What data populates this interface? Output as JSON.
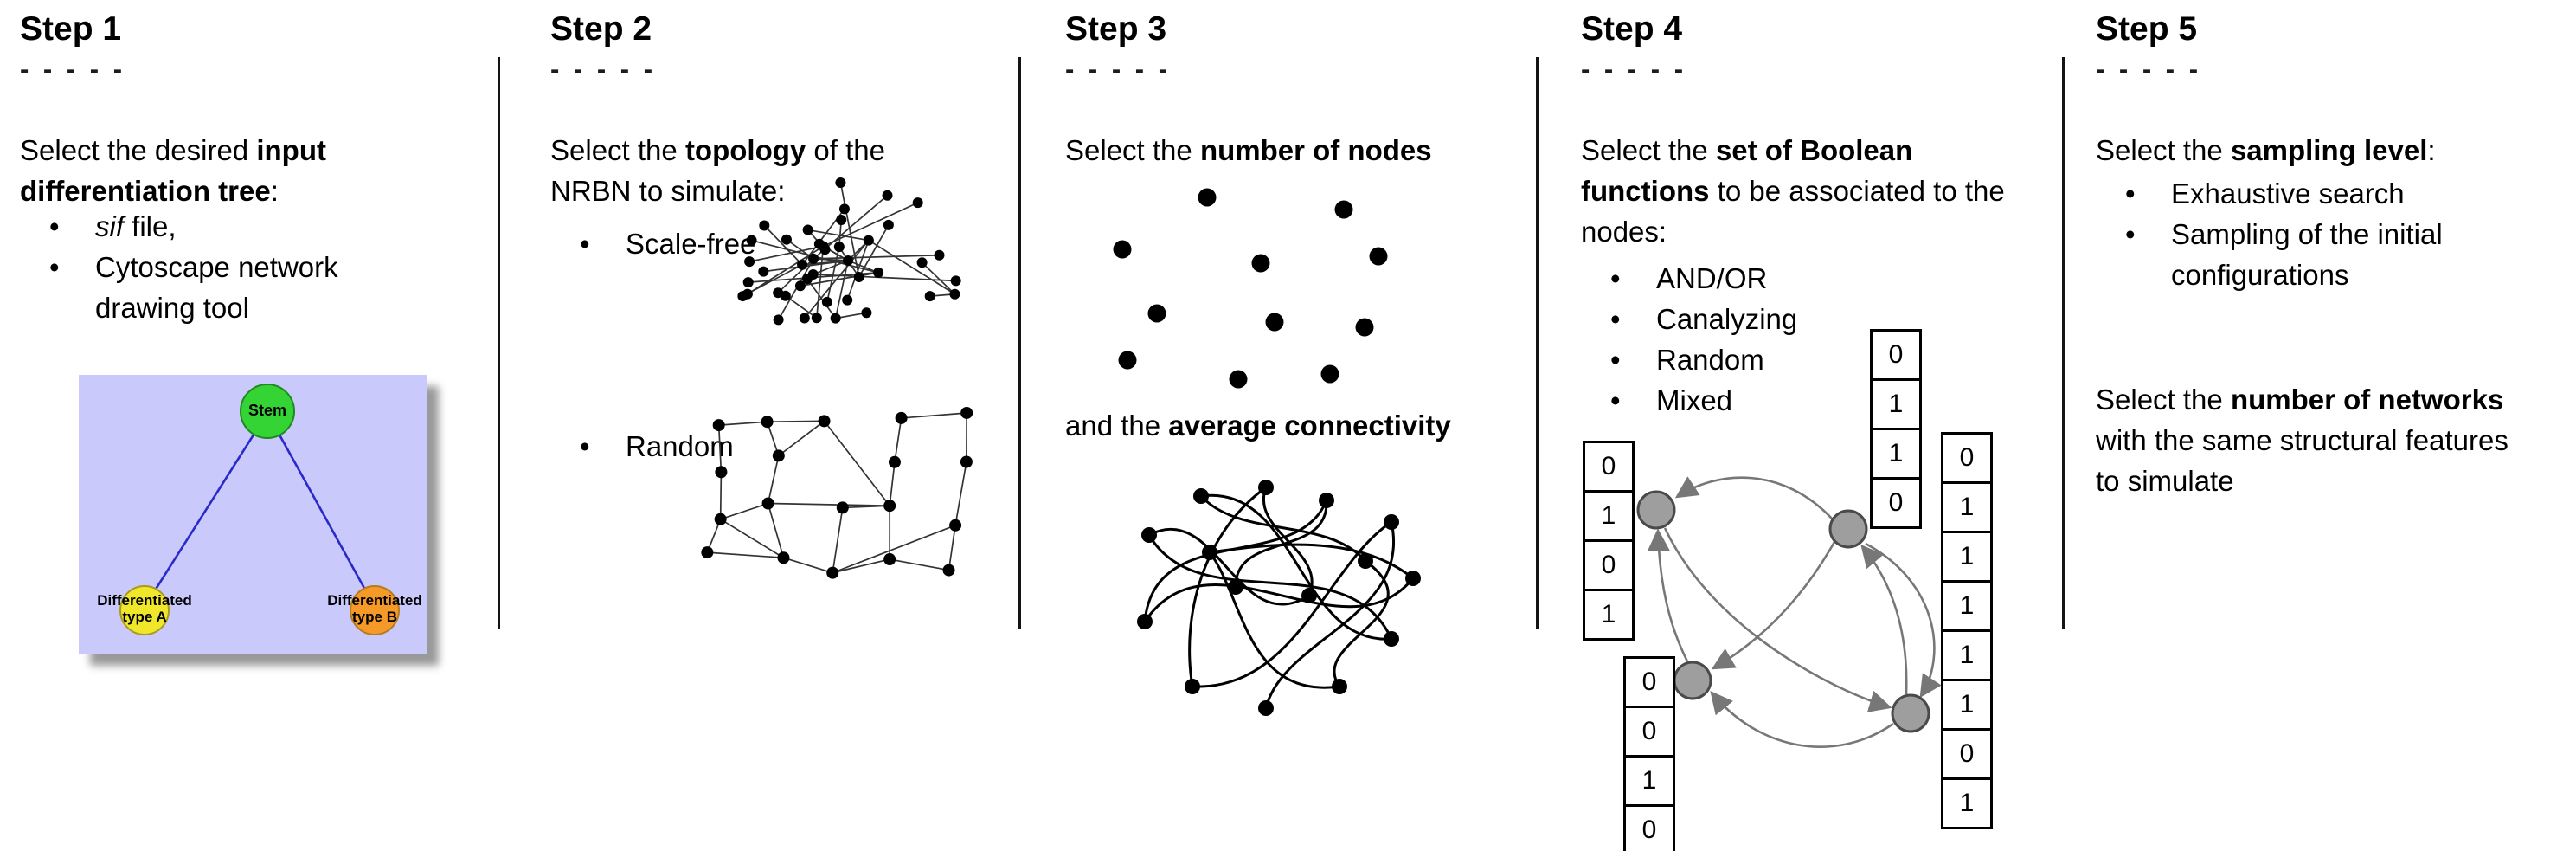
{
  "dash_separator": "- - - - -",
  "step1": {
    "title": "Step 1",
    "intro_pre": "Select the desired ",
    "intro_bold": "input differentiation tree",
    "intro_post": ":",
    "bullet1_italic": "sif",
    "bullet1_rest": " file,",
    "bullet2": "Cytoscape network drawing tool",
    "tree": {
      "stem_label": "Stem",
      "type_a_label": "Differentiated type A",
      "type_b_label": "Differentiated type B",
      "background_color": "#c9c9fb",
      "stem_color": "#35d435",
      "type_a_color": "#f0e62a",
      "type_b_color": "#f59a28",
      "edge_color": "#2a2ac8"
    }
  },
  "step2": {
    "title": "Step 2",
    "intro_pre": "Select the ",
    "intro_bold": "topology",
    "intro_post": " of the NRBN to simulate:",
    "bullet1": "Scale-free",
    "bullet2": "Random"
  },
  "step3": {
    "title": "Step 3",
    "intro_pre": "Select the ",
    "intro_bold": "number of nodes",
    "second_pre": "and the ",
    "second_bold": "average connectivity"
  },
  "step4": {
    "title": "Step 4",
    "intro_pre": "Select the ",
    "intro_bold": "set of Boolean functions",
    "intro_post": " to be associated to the nodes:",
    "bullets": [
      "AND/OR",
      "Canalyzing",
      "Random",
      "Mixed"
    ],
    "node_color": "#9e9e9e",
    "arrow_color": "#777777",
    "truth_tables": {
      "left": [
        "0",
        "1",
        "0",
        "1"
      ],
      "top": [
        "0",
        "1",
        "1",
        "0"
      ],
      "bottom_left": [
        "0",
        "0",
        "1",
        "0"
      ],
      "right": [
        "0",
        "1",
        "1",
        "1",
        "1",
        "1",
        "0",
        "1"
      ]
    }
  },
  "step5": {
    "title": "Step 5",
    "intro_pre": "Select the ",
    "intro_bold": "sampling level",
    "intro_post": ":",
    "bullet1": "Exhaustive search",
    "bullet2": "Sampling of the initial configurations",
    "second_pre": "Select the ",
    "second_bold": "number of networks",
    "second_post": " with the same structural features to simulate"
  }
}
